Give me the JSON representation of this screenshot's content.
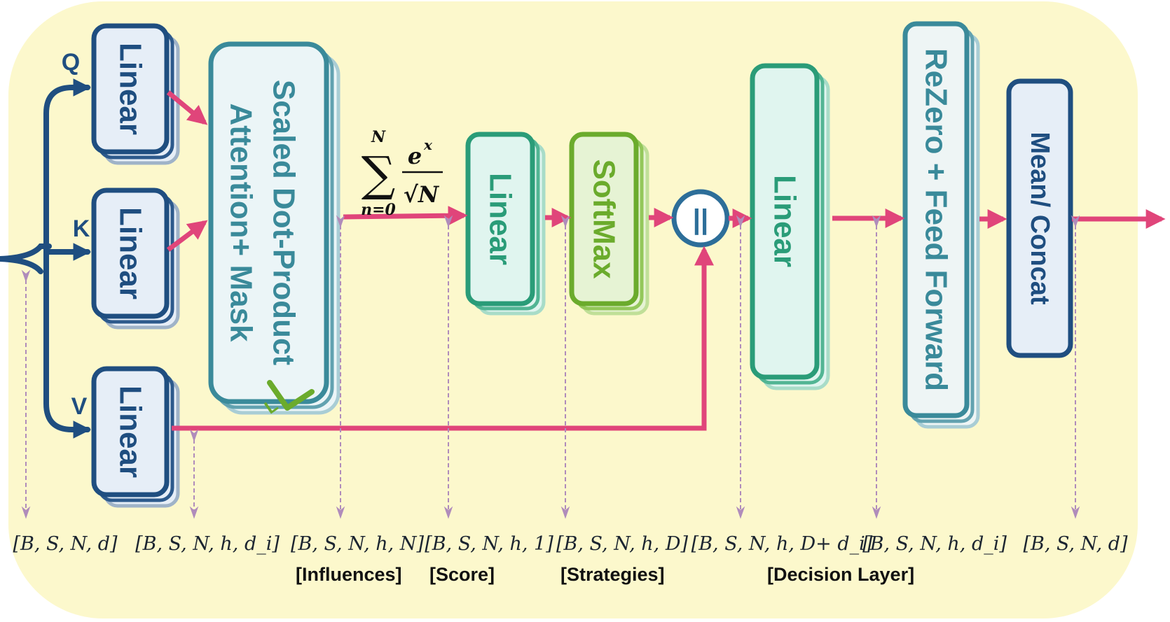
{
  "input_labels": {
    "q": "Q",
    "k": "K",
    "v": "V"
  },
  "blocks": {
    "linear_q": "Linear",
    "linear_k": "Linear",
    "linear_v": "Linear",
    "attention_line1": "Scaled Dot-Product",
    "attention_line2": "Attention+ Mask",
    "linear_score": "Linear",
    "softmax": "SoftMax",
    "concat_symbol": "||",
    "linear_decision": "Linear",
    "rezero": "ReZero + Feed Forward",
    "mean_concat": "Mean/ Concat"
  },
  "formula": {
    "sum_symbol": "∑",
    "upper_limit": "N",
    "lower_limit": "n=0",
    "numerator": "e",
    "exponent": "x",
    "denominator": "√N"
  },
  "mask_symbol": "L",
  "shapes": [
    {
      "id": "s1",
      "text": "[B, S, N, d]"
    },
    {
      "id": "s2",
      "text": "[B, S, N, h, d_i]"
    },
    {
      "id": "s3",
      "text": "[B, S, N, h, N]",
      "caption": "[Influences]"
    },
    {
      "id": "s4",
      "text": "[B, S, N, h, 1]",
      "caption": "[Score]"
    },
    {
      "id": "s5",
      "text": "[B, S, N, h, D]",
      "caption": "[Strategies]"
    },
    {
      "id": "s6",
      "text": "[B, S, N, h, D+ d_i]"
    },
    {
      "id": "s7",
      "text": "[B, S, N, h, d_i]"
    },
    {
      "id": "s8",
      "text": "[B, S, N, d]"
    }
  ],
  "decision_caption": "[Decision Layer]",
  "colors": {
    "background": "#fcf8cc",
    "navy": "#1f4e80",
    "teal_blue": "#3a8a9a",
    "teal_green": "#2a9c78",
    "green": "#6bab2c",
    "pink": "#e0457a",
    "lavender": "#b08cbb"
  }
}
